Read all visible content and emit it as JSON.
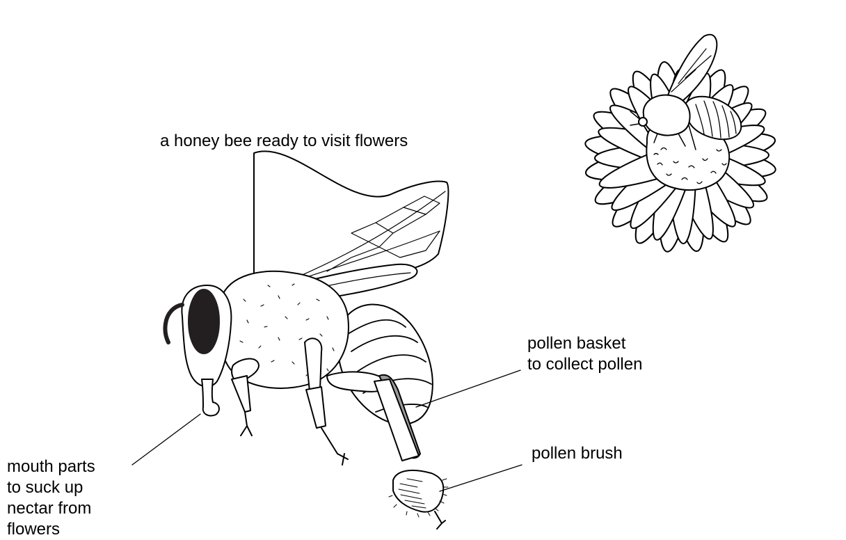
{
  "title": "a honey bee ready to visit flowers",
  "labels": {
    "pollen_basket": [
      "pollen basket",
      "to collect pollen"
    ],
    "pollen_brush": "pollen brush",
    "mouth_parts": [
      "mouth parts",
      "to suck up",
      "nectar from",
      "flowers"
    ]
  },
  "colors": {
    "ink": "#000000",
    "eye": "#231f20",
    "pollen_basket_fill": "#9b9b9b",
    "paper": "#ffffff"
  }
}
